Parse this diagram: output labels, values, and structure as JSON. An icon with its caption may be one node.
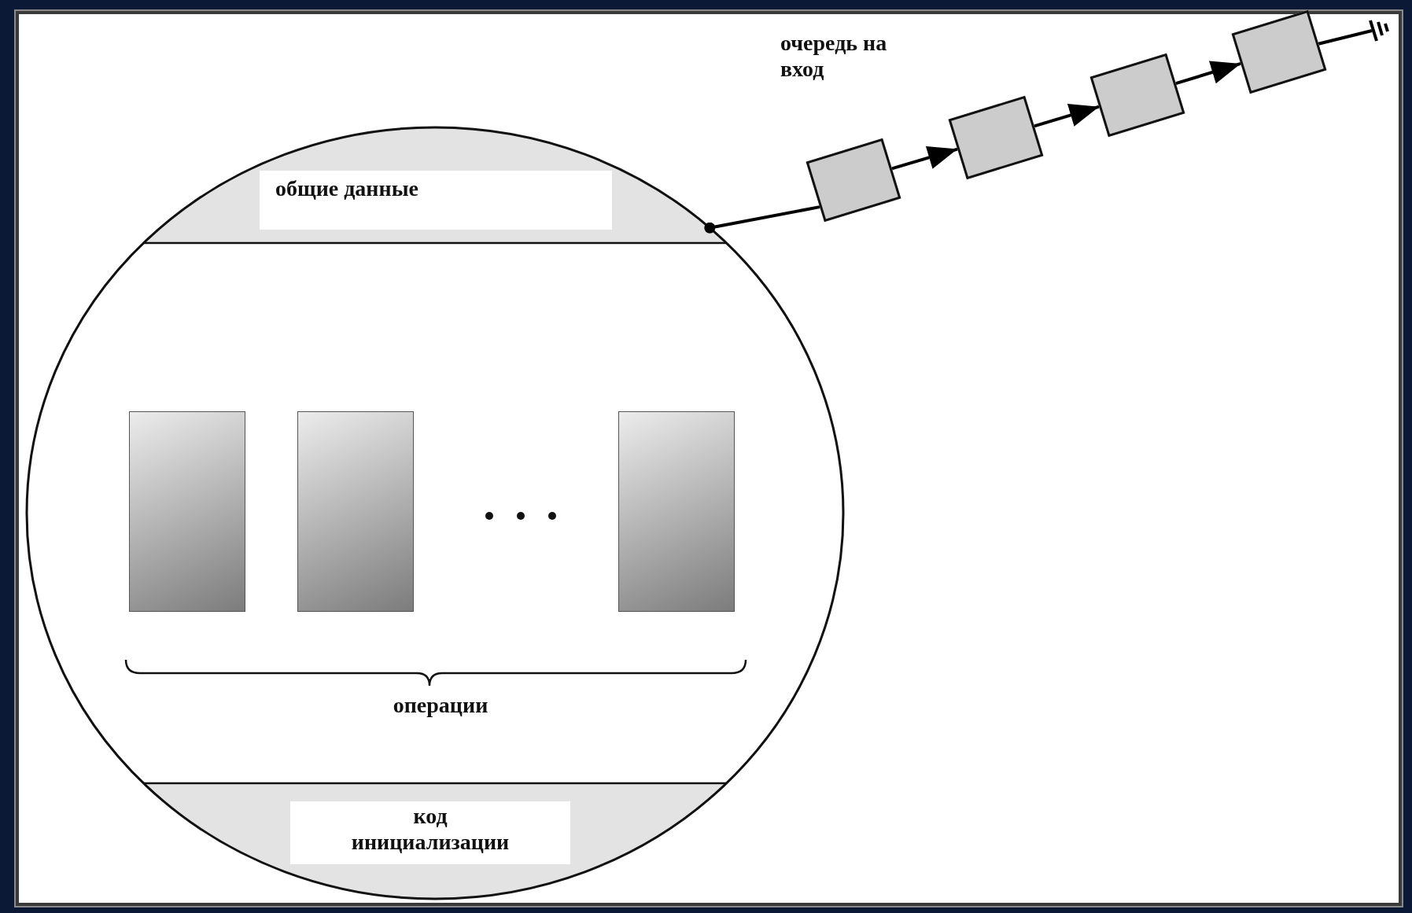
{
  "diagram": {
    "nodes": [
      {
        "text": [],
        "shape": "ellipse"
      },
      {
        "text": [
          "общие данные"
        ],
        "in": 0
      },
      {
        "text": [],
        "shape": "box",
        "in": 0
      },
      {
        "text": [],
        "shape": "box",
        "in": 0
      },
      {
        "text": [],
        "shape": "box",
        "in": 0
      },
      {
        "text": [
          "код инициализации"
        ],
        "in": 0
      },
      {
        "text": [],
        "shape": "box"
      },
      {
        "text": [],
        "shape": "box"
      },
      {
        "text": [],
        "shape": "box"
      },
      {
        "text": [],
        "shape": "box"
      },
      {
        "text": [],
        "shape": "ground"
      }
    ],
    "edges": [
      {
        "from": 0,
        "to": 6,
        "arrow": "other"
      },
      {
        "from": 6,
        "to": 7,
        "arrow": "to"
      },
      {
        "from": 7,
        "to": 8,
        "arrow": "to"
      },
      {
        "from": 8,
        "to": 9,
        "arrow": "to"
      },
      {
        "from": 9,
        "to": 10,
        "arrow": "none"
      }
    ],
    "labels": [
      "операции",
      "очередь на вход"
    ]
  }
}
